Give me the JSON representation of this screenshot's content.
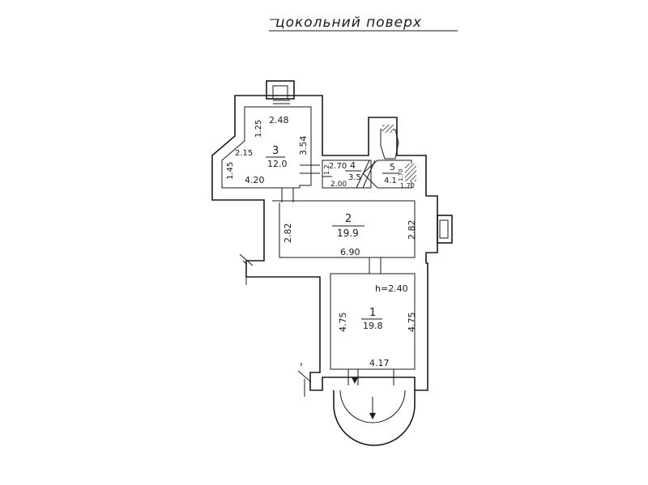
{
  "title": "цокольний поверх",
  "rooms": [
    {
      "number": "1",
      "area": "19.8",
      "height": "h=2.40",
      "dims": {
        "left": "4.75",
        "right": "4.75",
        "bottom": "4.17"
      }
    },
    {
      "number": "2",
      "area": "19.9",
      "dims": {
        "left": "2.82",
        "right": "2.82",
        "bottom": "6.90"
      }
    },
    {
      "number": "3",
      "area": "12.0",
      "dims": {
        "top": "2.48",
        "top_left": "1.25",
        "diag": "2.15",
        "right": "3.54",
        "left": "1.45",
        "bottom": "4.20"
      }
    },
    {
      "number": "4",
      "area": "3.5",
      "dims": {
        "top": "2.70",
        "bottom": "2.00",
        "left": "1.2"
      }
    },
    {
      "number": "5",
      "area": "4.1",
      "dims": {
        "right_a": "1.70",
        "right_b": "1.70"
      }
    }
  ]
}
